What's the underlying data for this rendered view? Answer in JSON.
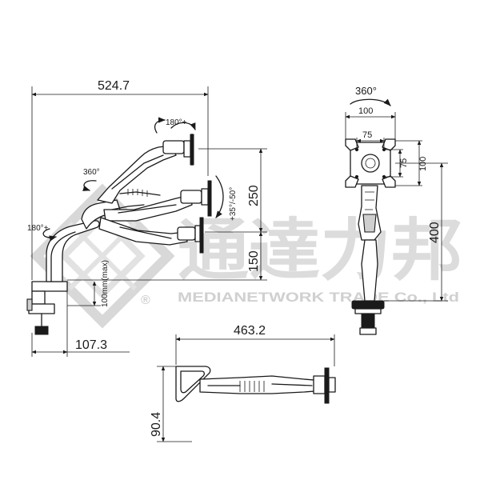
{
  "watermark": {
    "cjk": "通達力邦",
    "registered": "®",
    "latin": "MEDIANETWORK TRADE Co., Ltd"
  },
  "dimensions": {
    "overall_reach": "524.7",
    "clamp_depth": "107.3",
    "height_upper": "250",
    "height_lower": "150",
    "clamp_max": "100mm(max)",
    "front_total_height": "400",
    "vesa_outer_width": "100",
    "vesa_inner_width": "75",
    "vesa_outer_height": "100",
    "vesa_inner_height": "75",
    "top_reach": "463.2",
    "top_depth": "90.4"
  },
  "rotations": {
    "screen_swivel": "180°+",
    "arm_swivel": "360°",
    "base_swivel": "180°+",
    "tilt": "+35°/-50°",
    "front_rotation": "360°"
  }
}
